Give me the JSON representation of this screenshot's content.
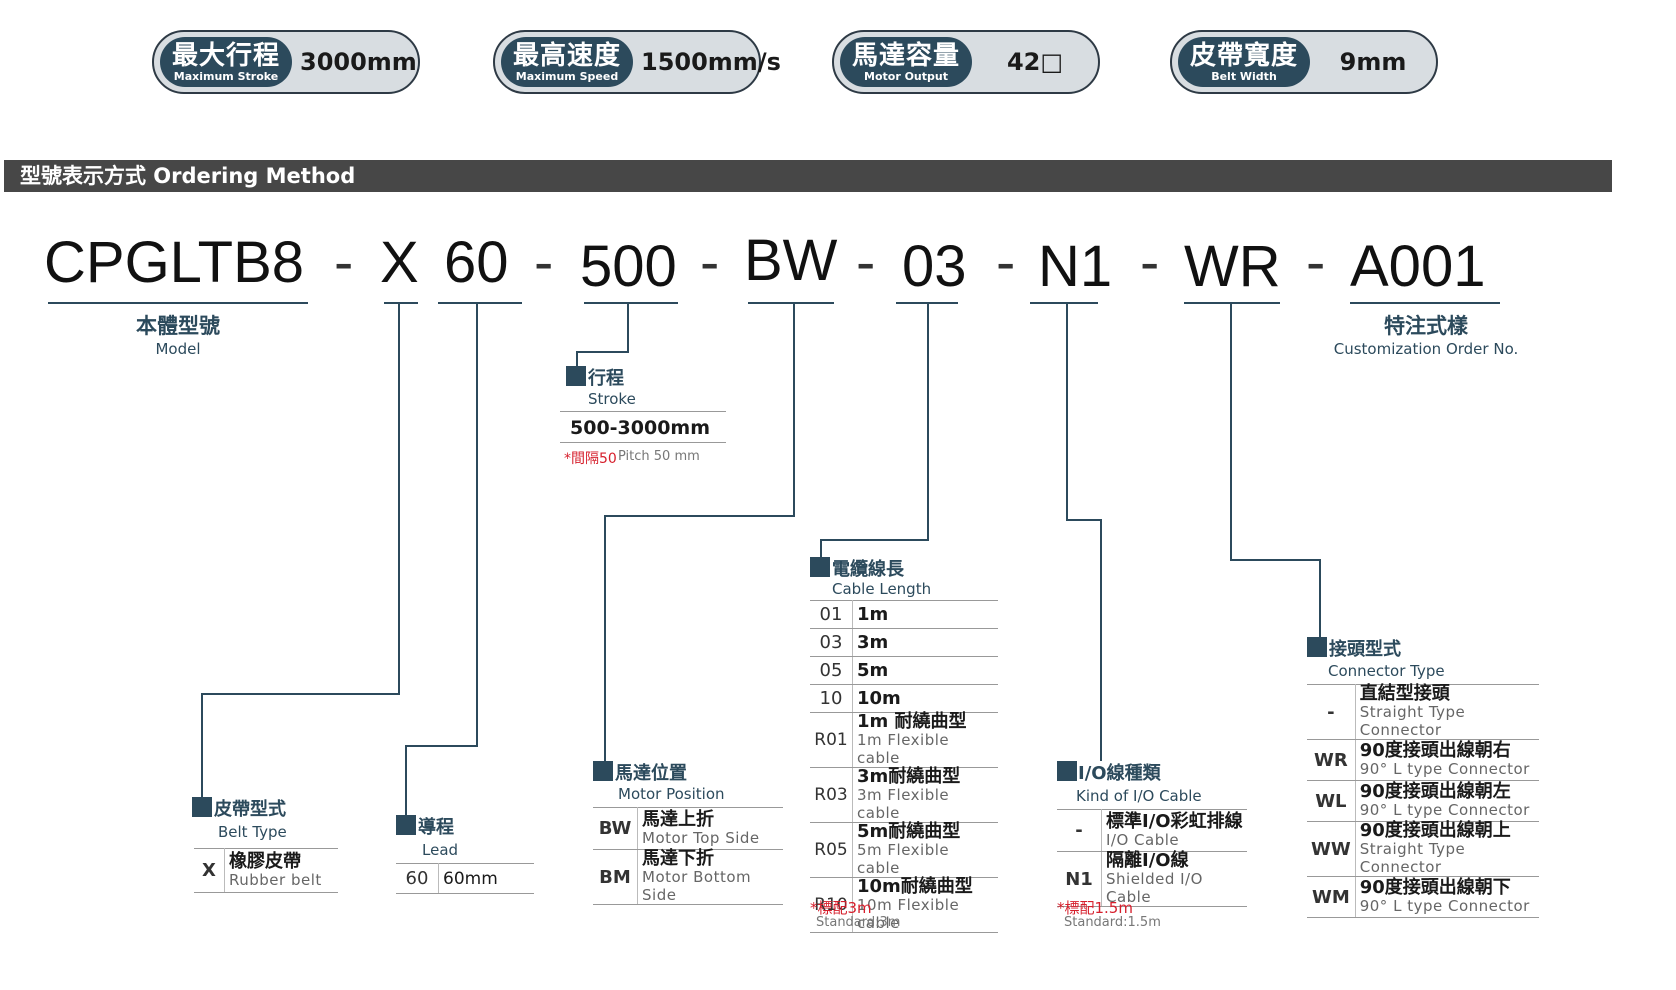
{
  "specs": [
    {
      "cn": "最大行程",
      "en": "Maximum Stroke",
      "value": "3000mm"
    },
    {
      "cn": "最高速度",
      "en": "Maximum Speed",
      "value": "1500mm/s"
    },
    {
      "cn": "馬達容量",
      "en": "Motor Output",
      "value": "42□"
    },
    {
      "cn": "皮帶寬度",
      "en": "Belt Width",
      "value": "9mm"
    }
  ],
  "section_title": "型號表示方式 Ordering Method",
  "code": {
    "parts": [
      "CPGLTB8",
      "X",
      "60",
      "500",
      "BW",
      "03",
      "N1",
      "WR",
      "A001"
    ],
    "separator": "-"
  },
  "model": {
    "cn": "本體型號",
    "en": "Model"
  },
  "custom": {
    "cn": "特注式樣",
    "en": "Customization Order No."
  },
  "stroke": {
    "cn": "行程",
    "en": "Stroke",
    "value": "500-3000mm",
    "note_red": "*間隔50",
    "note_gray": "Pitch 50 mm"
  },
  "belt": {
    "cn": "皮帶型式",
    "en": "Belt Type",
    "rows": [
      {
        "k": "X",
        "a": "橡膠皮帶",
        "b": "Rubber belt"
      }
    ]
  },
  "lead": {
    "cn": "導程",
    "en": "Lead",
    "rows": [
      {
        "k": "60",
        "v": "60mm"
      }
    ]
  },
  "motor": {
    "cn": "馬達位置",
    "en": "Motor Position",
    "rows": [
      {
        "k": "BW",
        "a": "馬達上折",
        "b": "Motor Top Side"
      },
      {
        "k": "BM",
        "a": "馬達下折",
        "b": "Motor Bottom Side"
      }
    ]
  },
  "cable": {
    "cn": "電纜線長",
    "en": "Cable Length",
    "rows_simple": [
      {
        "k": "01",
        "v": "1m"
      },
      {
        "k": "03",
        "v": "3m"
      },
      {
        "k": "05",
        "v": "5m"
      },
      {
        "k": "10",
        "v": "10m"
      }
    ],
    "rows_flex": [
      {
        "k": "R01",
        "a": "1m 耐繞曲型",
        "b": "1m Flexible cable"
      },
      {
        "k": "R03",
        "a": "3m耐繞曲型",
        "b": "3m Flexible cable"
      },
      {
        "k": "R05",
        "a": "5m耐繞曲型",
        "b": "5m Flexible cable"
      },
      {
        "k": "R10",
        "a": "10m耐繞曲型",
        "b": "10m Flexible cable"
      }
    ],
    "note_red": "*標配3m",
    "note_gray": "Standard:3m"
  },
  "io": {
    "cn": "I/O線種類",
    "en": "Kind of I/O Cable",
    "rows": [
      {
        "k": "-",
        "a": "標準I/O彩虹排線",
        "b": "I/O Cable"
      },
      {
        "k": "N1",
        "a": "隔離I/O線",
        "b": "Shielded I/O Cable"
      }
    ],
    "note_red": "*標配1.5m",
    "note_gray": "Standard:1.5m"
  },
  "connector": {
    "cn": "接頭型式",
    "en": "Connector Type",
    "rows": [
      {
        "k": "-",
        "a": "直結型接頭",
        "b": "Straight Type Connector"
      },
      {
        "k": "WR",
        "a": "90度接頭出線朝右",
        "b": "90° L type Connector"
      },
      {
        "k": "WL",
        "a": "90度接頭出線朝左",
        "b": "90° L type Connector"
      },
      {
        "k": "WW",
        "a": "90度接頭出線朝上",
        "b": "Straight Type Connector"
      },
      {
        "k": "WM",
        "a": "90度接頭出線朝下",
        "b": "90° L type Connector"
      }
    ]
  },
  "colors": {
    "accent": "#2c4a5c",
    "bar": "#474747",
    "note": "#d61f2c"
  }
}
